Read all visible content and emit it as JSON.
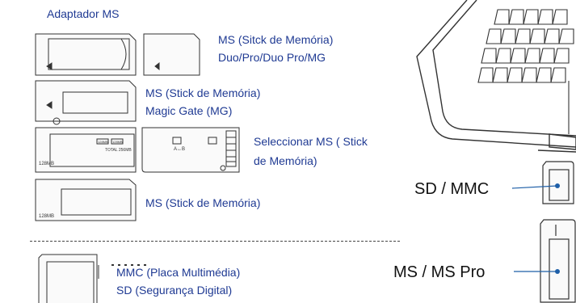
{
  "header": {
    "title": "Adaptador MS"
  },
  "labels": {
    "ms_duo_line1": "MS (Sitck de Memória)",
    "ms_duo_line2": "Duo/Pro/Duo Pro/MG",
    "ms_magicgate_line1": "MS (Stick de Memória)",
    "ms_magicgate_line2": "Magic Gate (MG)",
    "ms_select_line1": "Seleccionar MS ( Stick",
    "ms_select_line2": "de Memória)",
    "ms_stick": "MS (Stick de Memória)",
    "mmc": "MMC (Placa Multimédia)",
    "sd": "SD (Segurança Digital)"
  },
  "callouts": {
    "sd_mmc": "SD / MMC",
    "ms_pro": "MS / MS Pro"
  },
  "card_markings": {
    "capacity_128": "128MB",
    "dual_capacity_a": "128MB",
    "dual_capacity_b": "128MB",
    "total_256": "TOTAL 256MB",
    "switch_ab": "A↔B"
  },
  "colors": {
    "label_text": "#1f3a93",
    "callout_text": "#111111",
    "callout_line": "#1e5fa8",
    "outline": "#333333"
  }
}
